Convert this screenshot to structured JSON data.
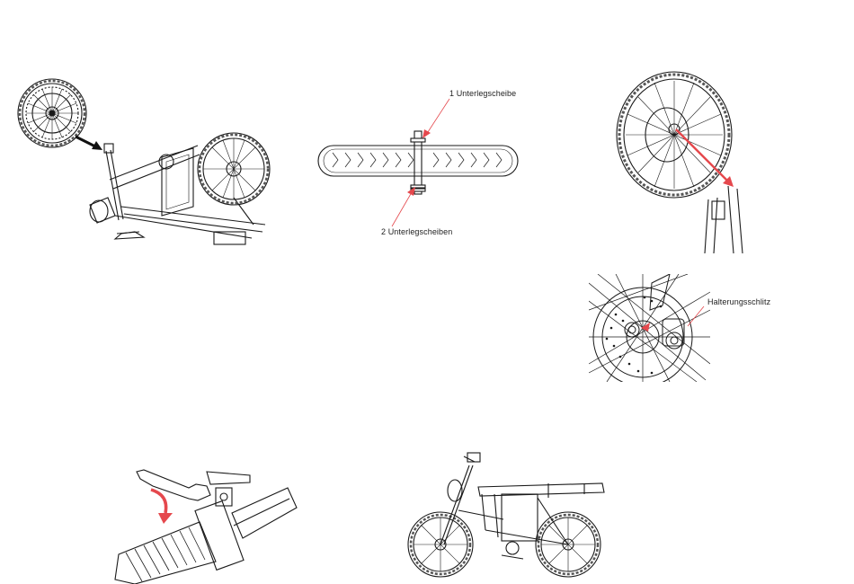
{
  "labels": {
    "washer_one": "1 Unterlegscheibe",
    "washers_two": "2 Unterlegscheiben",
    "mount_slot": "Halterungsschlitz"
  },
  "colors": {
    "line": "#1a1a1a",
    "accent": "#e5484d",
    "arrow_dark": "#111111"
  }
}
